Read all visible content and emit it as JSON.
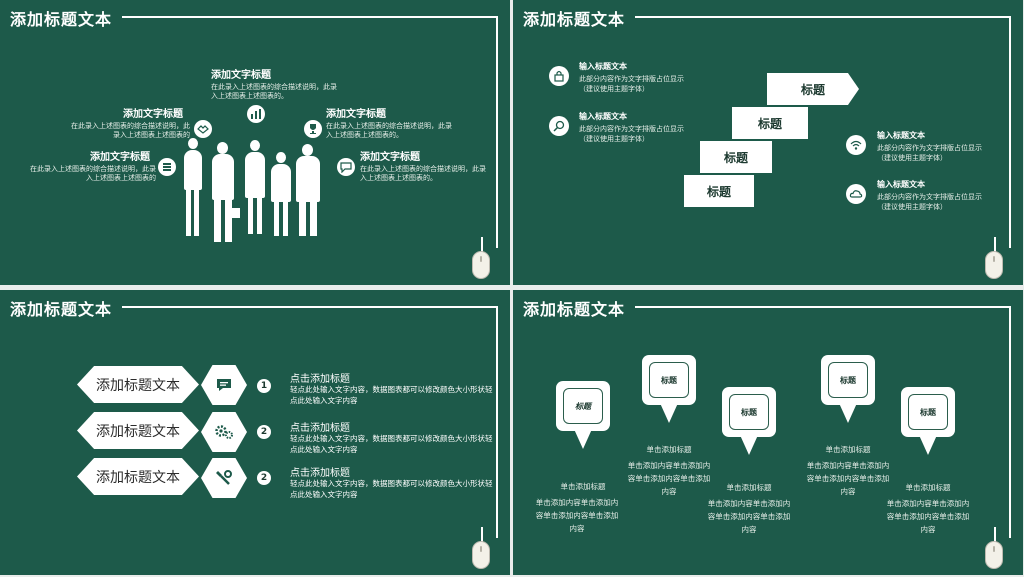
{
  "slides": [
    {
      "title": "添加标题文本",
      "items": [
        {
          "heading": "添加文字标题",
          "desc": "在此录入上述图表的综合描述说明，此录入上述图表上述图表的。",
          "icon": "chart-icon"
        },
        {
          "heading": "添加文字标题",
          "desc": "在此录入上述图表的综合描述说明，此录入上述图表上述图表的",
          "icon": "handshake-icon"
        },
        {
          "heading": "添加文字标题",
          "desc": "在此录入上述图表的综合描述说明，此录入上述图表上述图表的。",
          "icon": "trophy-icon"
        },
        {
          "heading": "添加文字标题",
          "desc": "在此录入上述图表的综合描述说明，此录入上述图表上述图表的",
          "icon": "stack-icon"
        },
        {
          "heading": "添加文字标题",
          "desc": "在此录入上述图表的综合描述说明，此录入上述图表上述图表的。",
          "icon": "chat-icon"
        }
      ]
    },
    {
      "title": "添加标题文本",
      "steps": [
        "标题",
        "标题",
        "标题",
        "标题"
      ],
      "items": [
        {
          "heading": "输入标题文本",
          "line1": "此部分内容作为文字排版占位显示",
          "line2": "（建议使用主题字体）",
          "icon": "lock-icon"
        },
        {
          "heading": "输入标题文本",
          "line1": "此部分内容作为文字排版占位显示",
          "line2": "（建议使用主题字体）",
          "icon": "magnifier-icon"
        },
        {
          "heading": "输入标题文本",
          "line1": "此部分内容作为文字排版占位显示",
          "line2": "（建议使用主题字体）",
          "icon": "wifi-icon"
        },
        {
          "heading": "输入标题文本",
          "line1": "此部分内容作为文字排版占位显示",
          "line2": "（建议使用主题字体）",
          "icon": "cloud-icon"
        }
      ]
    },
    {
      "title": "添加标题文本",
      "rows": [
        {
          "label": "添加标题文本",
          "num": "1",
          "heading": "点击添加标题",
          "desc": "轻点此处输入文字内容，数据图表都可以修改颜色大小形状轻点此处输入文字内容",
          "icon": "message-icon"
        },
        {
          "label": "添加标题文本",
          "num": "2",
          "heading": "点击添加标题",
          "desc": "轻点此处输入文字内容，数据图表都可以修改颜色大小形状轻点此处输入文字内容",
          "icon": "gears-icon"
        },
        {
          "label": "添加标题文本",
          "num": "2",
          "heading": "点击添加标题",
          "desc": "轻点此处输入文字内容，数据图表都可以修改颜色大小形状轻点此处输入文字内容",
          "icon": "tools-icon"
        }
      ]
    },
    {
      "title": "添加标题文本",
      "pins": [
        {
          "label": "标题",
          "heading": "单击添加标题",
          "desc": "单击添加内容单击添加内容单击添加内容单击添加内容"
        },
        {
          "label": "标题",
          "heading": "单击添加标题",
          "desc": "单击添加内容单击添加内容单击添加内容单击添加内容"
        },
        {
          "label": "标题",
          "heading": "单击添加标题",
          "desc": "单击添加内容单击添加内容单击添加内容单击添加内容"
        },
        {
          "label": "标题",
          "heading": "单击添加标题",
          "desc": "单击添加内容单击添加内容单击添加内容单击添加内容"
        },
        {
          "label": "标题",
          "heading": "单击添加标题",
          "desc": "单击添加内容单击添加内容单击添加内容单击添加内容"
        }
      ]
    }
  ]
}
